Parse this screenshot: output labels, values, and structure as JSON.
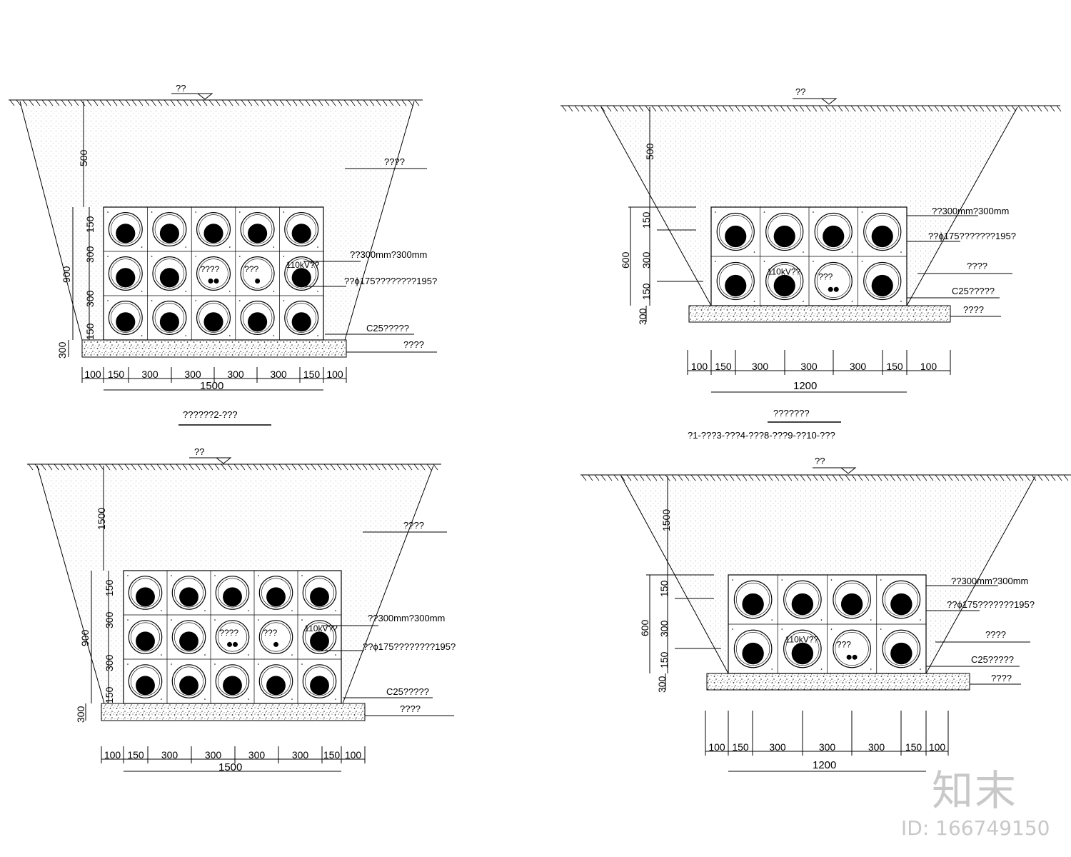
{
  "panels": [
    {
      "ground_label": "??",
      "backfill_label": "????",
      "label_pipe_size": "??300mm?300mm",
      "label_pipe_detail": "??ϕ175????????195?",
      "label_concrete": "C25?????",
      "label_base": "????",
      "dims_v": [
        "500",
        "900",
        "150",
        "300",
        "300",
        "150",
        "300"
      ],
      "dims_h": [
        "100",
        "150",
        "300",
        "300",
        "300",
        "300",
        "150",
        "100"
      ],
      "total_width": "1500",
      "caption": "??????2-???",
      "sub_caption": "",
      "cell_labels": [
        "???",
        "????",
        "???",
        "110kV??"
      ]
    },
    {
      "ground_label": "??",
      "backfill_label": "????",
      "label_pipe_size": "??300mm?300mm",
      "label_pipe_detail": "??ϕ175???????195?",
      "label_concrete": "C25?????",
      "label_base": "????",
      "dims_v": [
        "500",
        "600",
        "150",
        "300",
        "150",
        "300"
      ],
      "dims_h": [
        "100",
        "150",
        "300",
        "300",
        "300",
        "150",
        "100"
      ],
      "total_width": "1200",
      "caption": "???????",
      "sub_caption": "?1-???3-???4-???8-???9-??10-???",
      "cell_labels": [
        "???",
        "110kV??",
        "???"
      ]
    },
    {
      "ground_label": "??",
      "backfill_label": "????",
      "label_pipe_size": "??300mm?300mm",
      "label_pipe_detail": "??ϕ175????????195?",
      "label_concrete": "C25?????",
      "label_base": "????",
      "dims_v": [
        "1500",
        "900",
        "150",
        "300",
        "300",
        "150",
        "300"
      ],
      "dims_h": [
        "100",
        "150",
        "300",
        "300",
        "300",
        "300",
        "150",
        "100"
      ],
      "total_width": "1500",
      "caption": "",
      "sub_caption": "",
      "cell_labels": [
        "???",
        "????",
        "???",
        "110kV??"
      ]
    },
    {
      "ground_label": "??",
      "backfill_label": "????",
      "label_pipe_size": "??300mm?300mm",
      "label_pipe_detail": "??ϕ175???????195?",
      "label_concrete": "C25?????",
      "label_base": "????",
      "dims_v": [
        "1500",
        "600",
        "150",
        "300",
        "150",
        "300"
      ],
      "dims_h": [
        "100",
        "150",
        "300",
        "300",
        "300",
        "150",
        "100"
      ],
      "total_width": "1200",
      "caption": "",
      "sub_caption": "",
      "cell_labels": [
        "???",
        "110kV??",
        "???"
      ]
    }
  ],
  "watermark": {
    "logo": "知末",
    "id_text": "ID: 166749150"
  }
}
